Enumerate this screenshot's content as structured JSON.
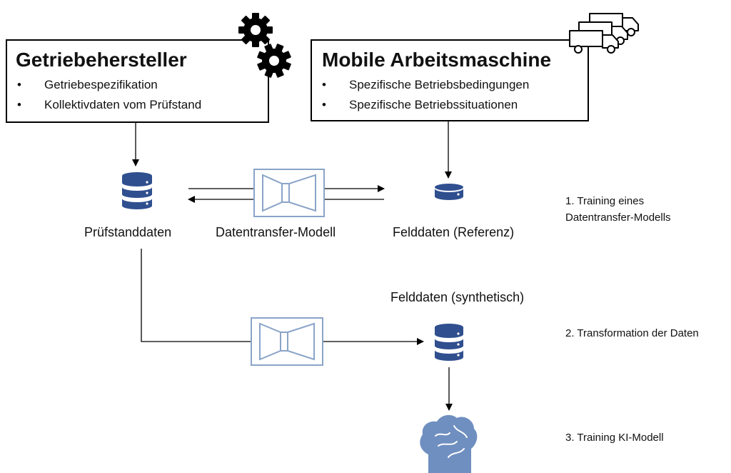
{
  "manufacturer": {
    "title": "Getriebehersteller",
    "bullets": [
      "Getriebespezifikation",
      "Kollektivdaten vom Prüfstand"
    ],
    "icon": "gears-icon"
  },
  "machine": {
    "title": "Mobile Arbeitsmaschine",
    "bullets": [
      "Spezifische Betriebsbedingungen",
      "Spezifische Betriebssituationen"
    ],
    "icon": "trucks-icon"
  },
  "nodes": {
    "test_bench_data": "Prüfstanddaten",
    "transfer_model": "Datentransfer-Modell",
    "field_data_reference": "Felddaten (Referenz)",
    "field_data_synthetic": "Felddaten (synthetisch)"
  },
  "steps": {
    "step1": "1. Training eines Datentransfer-Modells",
    "step2": "2. Transformation der Daten",
    "step3": "3. Training KI-Modell"
  },
  "colors": {
    "database": "#2f4f8f",
    "model_outline": "#8aa4c8",
    "brain": "#6f8fc0",
    "line": "#000000"
  }
}
